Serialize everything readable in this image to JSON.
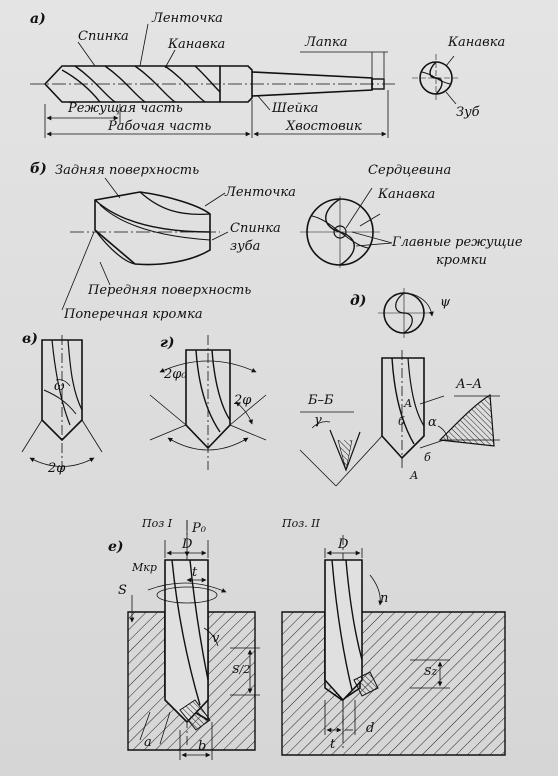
{
  "panels": {
    "a": {
      "tag": "а)",
      "labels": {
        "spinka": "Спинка",
        "lentochka": "Ленточка",
        "kanavka": "Канавка",
        "lapka": "Лапка",
        "kanavka_end": "Канавка",
        "zub": "Зуб",
        "rezhushchaya": "Режущая часть",
        "rabochaya": "Рабочая часть",
        "sheika": "Шейка",
        "khvostovik": "Хвостовик"
      }
    },
    "b": {
      "tag": "б)",
      "labels": {
        "zadnyaya": "Задняя поверхность",
        "lentochka": "Ленточка",
        "spinka": "Спинка",
        "zuba": "зуба",
        "perednyaya": "Передняя поверхность",
        "poperechnaya": "Поперечная кромка",
        "serdtsevina": "Сердцевина",
        "kanavka": "Канавка",
        "glavnye1": "Главные режущие",
        "glavnye2": "кромки"
      }
    },
    "v": {
      "tag": "в)",
      "labels": {
        "omega": "ω",
        "two_phi": "2φ"
      }
    },
    "g": {
      "tag": "г)",
      "labels": {
        "two_phi0": "2φ₀",
        "two_phi": "2φ"
      }
    },
    "d": {
      "tag": "д)",
      "labels": {
        "psi": "ψ",
        "bb": "Б–Б",
        "aa": "А–А",
        "gamma": "γ",
        "alpha": "α",
        "a_top": "А",
        "b_mid": "б",
        "a_bottom": "А",
        "b_bottom": "б"
      }
    },
    "e": {
      "tag": "е)",
      "labels": {
        "poz1": "Поз I",
        "poz2": "Поз. II",
        "p0": "P₀",
        "d1": "D",
        "d2": "D",
        "mkr": "Mкр",
        "t1": "t",
        "s": "S",
        "v": "v",
        "s_half": "S/2",
        "a": "a",
        "b": "b",
        "n": "n",
        "sz": "Sz",
        "t2": "t",
        "d_small": "d"
      }
    }
  },
  "colors": {
    "ink": "#111111",
    "paper": "#dcdcdc"
  }
}
